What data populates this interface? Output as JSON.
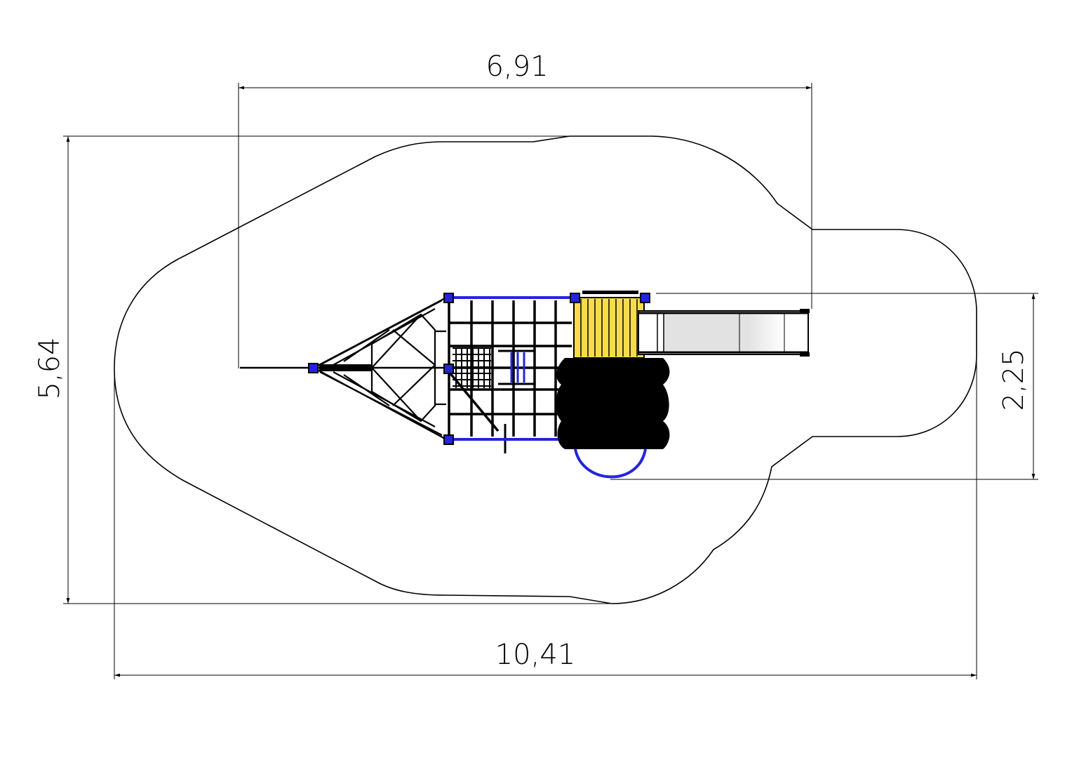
{
  "drawing": {
    "dimensions": {
      "top_width": "6,91",
      "total_height": "5,64",
      "structure_depth": "2,25",
      "total_width": "10,41"
    },
    "colors": {
      "posts_and_rails": "#2424e0",
      "deck": "#f7dc4a",
      "slide": "#e2e2e2",
      "tunnel": "#000000",
      "lines": "#000000"
    }
  }
}
